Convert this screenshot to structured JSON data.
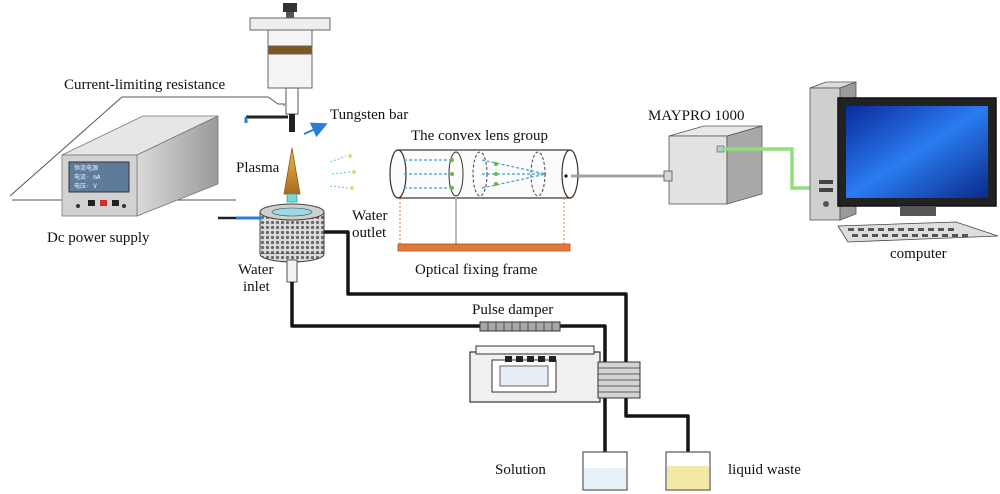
{
  "labels": {
    "current_limiting_resistance": "Current-limiting resistance",
    "tungsten_bar": "Tungsten bar",
    "convex_lens_group": "The convex lens group",
    "maypro": "MAYPRO 1000",
    "plasma": "Plasma",
    "water_outlet_1": "Water",
    "water_outlet_2": "outlet",
    "dc_power_supply": "Dc power supply",
    "water_inlet_1": "Water",
    "water_inlet_2": "inlet",
    "optical_fixing_frame": "Optical fixing frame",
    "computer": "computer",
    "pulse_damper": "Pulse damper",
    "solution": "Solution",
    "liquid_waste": "liquid waste"
  },
  "power_supply_display": {
    "line1": "恒流电源",
    "line2": "电流·   mA",
    "line3": "电压·    V"
  },
  "colors": {
    "tube_line": "#151515",
    "arrow_blue": "#2a7fd4",
    "screen_blue": "#1a5fd6",
    "cable_green": "#8fe07a",
    "frame_orange": "#e2793a",
    "waste_yellow": "#f3e9a6"
  }
}
